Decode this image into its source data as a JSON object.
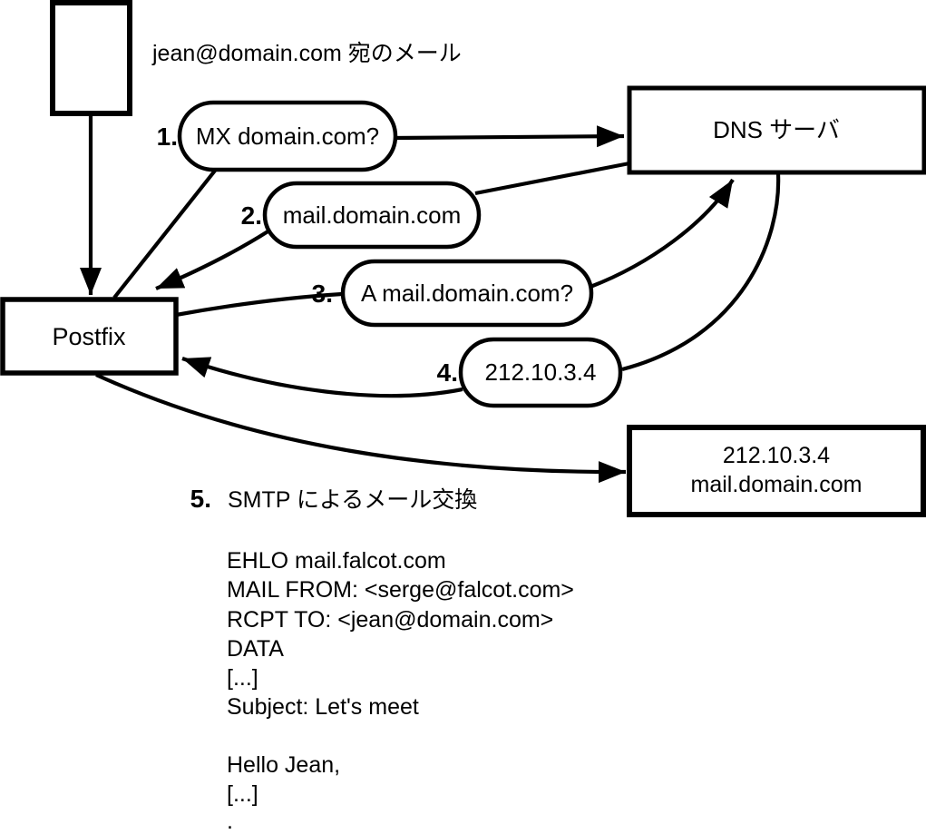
{
  "colors": {
    "ink": "#000000",
    "background": "#ffffff"
  },
  "diagram": {
    "incoming_mail_label": "jean@domain.com 宛のメール",
    "nodes": {
      "postfix": "Postfix",
      "dns_server": "DNS サーバ",
      "mail_server_line1": "212.10.3.4",
      "mail_server_line2": "mail.domain.com"
    },
    "steps": [
      {
        "num": "1.",
        "label": "MX domain.com?"
      },
      {
        "num": "2.",
        "label": "mail.domain.com"
      },
      {
        "num": "3.",
        "label": "A mail.domain.com?"
      },
      {
        "num": "4.",
        "label": "212.10.3.4"
      },
      {
        "num": "5.",
        "label": "SMTP によるメール交換"
      }
    ],
    "smtp_transcript": [
      "EHLO mail.falcot.com",
      "MAIL FROM: <serge@falcot.com>",
      "RCPT TO: <jean@domain.com>",
      "DATA",
      "[...]",
      "Subject: Let's meet",
      "Hello Jean,",
      "[...]",
      "."
    ]
  }
}
